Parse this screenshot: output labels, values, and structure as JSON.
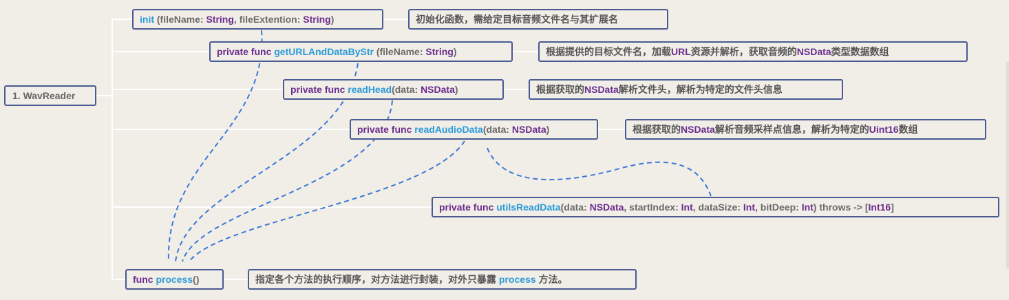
{
  "root": {
    "label": "1. WavReader"
  },
  "methods": [
    {
      "id": "init",
      "parts": [
        {
          "t": "init",
          "c": "fn"
        },
        {
          "t": " (fileName: ",
          "c": "pl"
        },
        {
          "t": "String",
          "c": "ty"
        },
        {
          "t": ", fileExtention: ",
          "c": "pl"
        },
        {
          "t": "String",
          "c": "ty"
        },
        {
          "t": ")",
          "c": "pl"
        }
      ],
      "desc": "初始化函数，需给定目标音频文件名与其扩展名"
    },
    {
      "id": "getURLAndDataByStr",
      "parts": [
        {
          "t": "private func ",
          "c": "kw"
        },
        {
          "t": "getURLAndDataByStr",
          "c": "fn"
        },
        {
          "t": " (fileName: ",
          "c": "pl"
        },
        {
          "t": "String",
          "c": "ty"
        },
        {
          "t": ")",
          "c": "pl"
        }
      ],
      "desc_parts": [
        {
          "t": "根据提供的目标文件名，加载",
          "c": "pl"
        },
        {
          "t": "URL",
          "c": "ty"
        },
        {
          "t": "资源并解析，获取音频的",
          "c": "pl"
        },
        {
          "t": "NSData",
          "c": "ty"
        },
        {
          "t": "类型数据数组",
          "c": "pl"
        }
      ]
    },
    {
      "id": "readHead",
      "parts": [
        {
          "t": "private func ",
          "c": "kw"
        },
        {
          "t": "readHead",
          "c": "fn"
        },
        {
          "t": "(data: ",
          "c": "pl"
        },
        {
          "t": "NSData",
          "c": "ty"
        },
        {
          "t": ")",
          "c": "pl"
        }
      ],
      "desc_parts": [
        {
          "t": "根据获取的",
          "c": "pl"
        },
        {
          "t": "NSData",
          "c": "ty"
        },
        {
          "t": "解析文件头，解析为特定的文件头信息",
          "c": "pl"
        }
      ]
    },
    {
      "id": "readAudioData",
      "parts": [
        {
          "t": "private func ",
          "c": "kw"
        },
        {
          "t": "readAudioData",
          "c": "fn"
        },
        {
          "t": "(data: ",
          "c": "pl"
        },
        {
          "t": "NSData",
          "c": "ty"
        },
        {
          "t": ")",
          "c": "pl"
        }
      ],
      "desc_parts": [
        {
          "t": "根据获取的",
          "c": "pl"
        },
        {
          "t": "NSData",
          "c": "ty"
        },
        {
          "t": "解析音频采样点信息，解析为特定的",
          "c": "pl"
        },
        {
          "t": "Uint16",
          "c": "ty"
        },
        {
          "t": "数组",
          "c": "pl"
        }
      ]
    },
    {
      "id": "utilsReadData",
      "parts": [
        {
          "t": "private func ",
          "c": "kw"
        },
        {
          "t": "utilsReadData",
          "c": "fn"
        },
        {
          "t": "(data: ",
          "c": "pl"
        },
        {
          "t": "NSData",
          "c": "ty"
        },
        {
          "t": ", startIndex: ",
          "c": "pl"
        },
        {
          "t": "Int",
          "c": "ty"
        },
        {
          "t": ", dataSize: ",
          "c": "pl"
        },
        {
          "t": "Int",
          "c": "ty"
        },
        {
          "t": ", bitDeep: ",
          "c": "pl"
        },
        {
          "t": "Int",
          "c": "ty"
        },
        {
          "t": ") throws -> [",
          "c": "pl"
        },
        {
          "t": "Int16",
          "c": "ty"
        },
        {
          "t": "]",
          "c": "pl"
        }
      ]
    },
    {
      "id": "process",
      "parts": [
        {
          "t": "func ",
          "c": "kw"
        },
        {
          "t": "process",
          "c": "fn"
        },
        {
          "t": "()",
          "c": "pl"
        }
      ],
      "desc_parts": [
        {
          "t": "指定各个方法的执行顺序，对方法进行封装，对外只暴露 ",
          "c": "pl"
        },
        {
          "t": "process",
          "c": "hi"
        },
        {
          "t": " 方法。",
          "c": "pl"
        }
      ]
    }
  ],
  "colors": {
    "background": "#f1ede7",
    "border": "#4a5a92",
    "connector": "#ffffff",
    "dashed_arrow": "#3a78d8",
    "keyword": "#6a2d8f",
    "function": "#2a9bd8",
    "text": "#6b6b6b"
  }
}
